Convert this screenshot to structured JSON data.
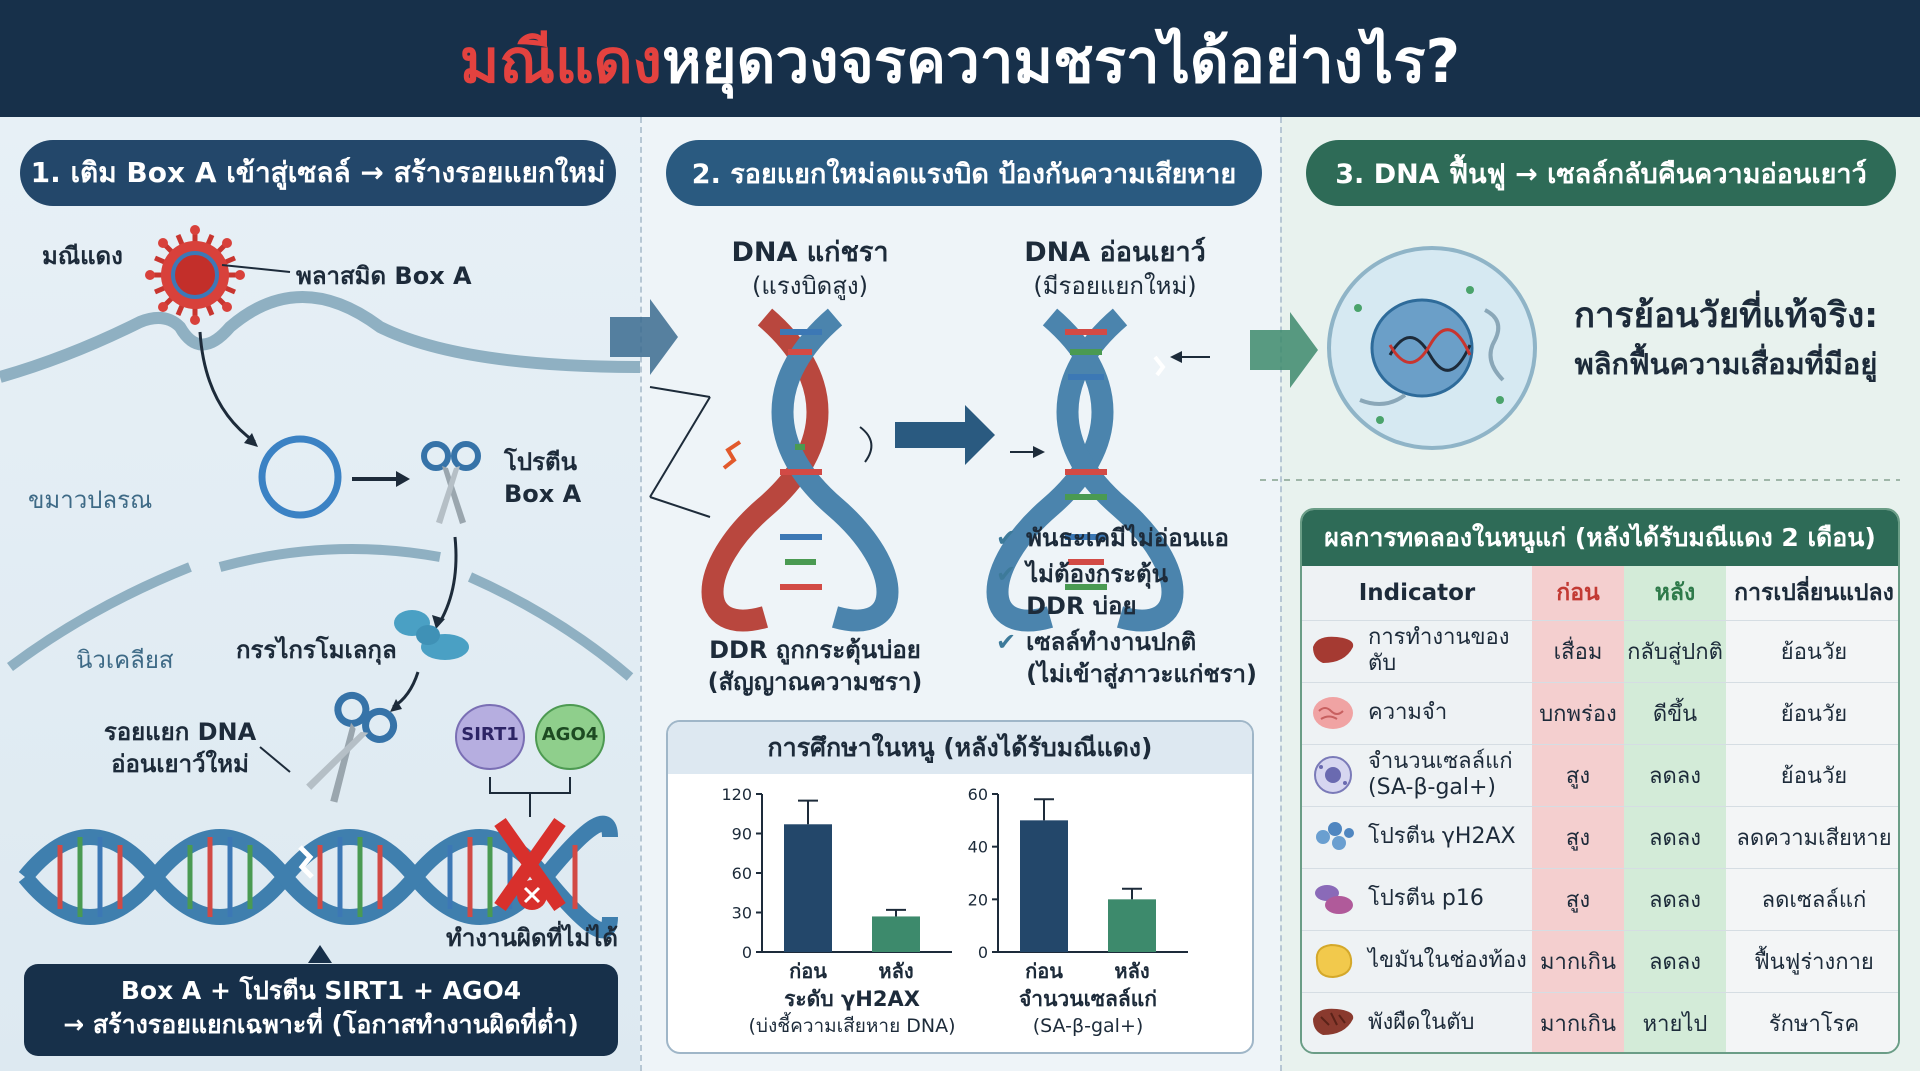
{
  "header": {
    "title_accent": "มณีแดง",
    "title_rest": "หยุดวงจรความชราได้อย่างไร?"
  },
  "col1": {
    "step_label": "1. เติม Box A เข้าสู่เซลล์ → สร้างรอยแยกใหม่",
    "red_pearl": "มณีแดง",
    "plasmid": "พลาสมิด Box A",
    "cytoplasm": "ขมาวปลรณ",
    "protein_line1": "โปรตีน",
    "protein_line2": "Box A",
    "nucleus": "นิวเคลียส",
    "macromolecule": "กรรไกรโมเลกุล",
    "split_line1": "รอยแยก DNA",
    "split_line2": "อ่อนเยาว์ใหม่",
    "sirt1": "SIRT1",
    "ago4": "AGO4",
    "no_error": "ทำงานผิดที่ไม่ได้",
    "bottom_line1": "Box A + โปรตีน SIRT1 + AGO4",
    "bottom_line2": "→ สร้างรอยแยกเฉพาะที่ (โอกาสทำงานผิดที่ต่ำ)"
  },
  "col2": {
    "step_label": "2. รอยแยกใหม่ลดแรงบิด ป้องกันความเสียหาย",
    "old_title": "DNA แก่ชรา",
    "old_sub": "(แรงบิดสูง)",
    "young_title": "DNA อ่อนเยาว์",
    "young_sub": "(มีรอยแยกใหม่)",
    "old_caption1": "DDR ถูกกระตุ้นบ่อย",
    "old_caption2": "(สัญญาณความชรา)",
    "check1": "พันธะเคมีไม่อ่อนแอ",
    "check2a": "ไม่ต้องกระตุ้น",
    "check2b": "DDR บ่อย",
    "check3a": "เซลล์ทำงานปกติ",
    "check3b": "(ไม่เข้าสู่ภาวะแก่ชรา)",
    "study_title": "การศึกษาในหนู (หลังได้รับมณีแดง)"
  },
  "chart_data": [
    {
      "type": "bar",
      "categories": [
        "ก่อน",
        "หลัง"
      ],
      "values": [
        97,
        27
      ],
      "errors": [
        18,
        5
      ],
      "xlabel_line1": "ระดับ γH2AX",
      "xlabel_line2": "(บ่งชี้ความเสียหาย DNA)",
      "yticks": [
        0,
        30,
        60,
        90,
        120
      ],
      "ylim": [
        0,
        120
      ],
      "colors": [
        "#23476a",
        "#3d8a6c"
      ]
    },
    {
      "type": "bar",
      "categories": [
        "ก่อน",
        "หลัง"
      ],
      "values": [
        50,
        20
      ],
      "errors": [
        8,
        4
      ],
      "xlabel_line1": "จำนวนเซลล์แก่",
      "xlabel_line2": "(SA-β-gal+)",
      "yticks": [
        0,
        20,
        40,
        60
      ],
      "ylim": [
        0,
        60
      ],
      "colors": [
        "#23476a",
        "#3d8a6c"
      ]
    }
  ],
  "col3": {
    "step_label": "3. DNA ฟื้นฟู → เซลล์กลับคืนความอ่อนเยาว์",
    "cell_line1": "การย้อนวัยที่แท้จริง:",
    "cell_line2": "พลิกฟื้นความเสื่อมที่มีอยู่",
    "results_title": "ผลการทดลองในหนูแก่ (หลังได้รับมณีแดง 2 เดือน)",
    "col_indicator": "Indicator",
    "col_before": "ก่อน",
    "col_after": "หลัง",
    "col_change": "การเปลี่ยนแปลง",
    "rows": [
      {
        "icon": "liver-icon",
        "indicator": "การทำงานของตับ",
        "before": "เสื่อม",
        "after": "กลับสู่ปกติ",
        "change": "ย้อนวัย"
      },
      {
        "icon": "brain-icon",
        "indicator": "ความจำ",
        "before": "บกพร่อง",
        "after": "ดีขึ้น",
        "change": "ย้อนวัย"
      },
      {
        "icon": "senescent-cell-icon",
        "indicator": "จำนวนเซลล์แก่ (SA-β-gal+)",
        "before": "สูง",
        "after": "ลดลง",
        "change": "ย้อนวัย"
      },
      {
        "icon": "protein-cluster-icon",
        "indicator": "โปรตีน γH2AX",
        "before": "สูง",
        "after": "ลดลง",
        "change": "ลดความเสียหาย"
      },
      {
        "icon": "protein-p16-icon",
        "indicator": "โปรตีน p16",
        "before": "สูง",
        "after": "ลดลง",
        "change": "ลดเซลล์แก่"
      },
      {
        "icon": "fat-icon",
        "indicator": "ไขมันในช่องท้อง",
        "before": "มากเกิน",
        "after": "ลดลง",
        "change": "ฟื้นฟูร่างกาย"
      },
      {
        "icon": "fibrosis-liver-icon",
        "indicator": "พังผืดในตับ",
        "before": "มากเกิน",
        "after": "หายไป",
        "change": "รักษาโรค"
      }
    ]
  }
}
